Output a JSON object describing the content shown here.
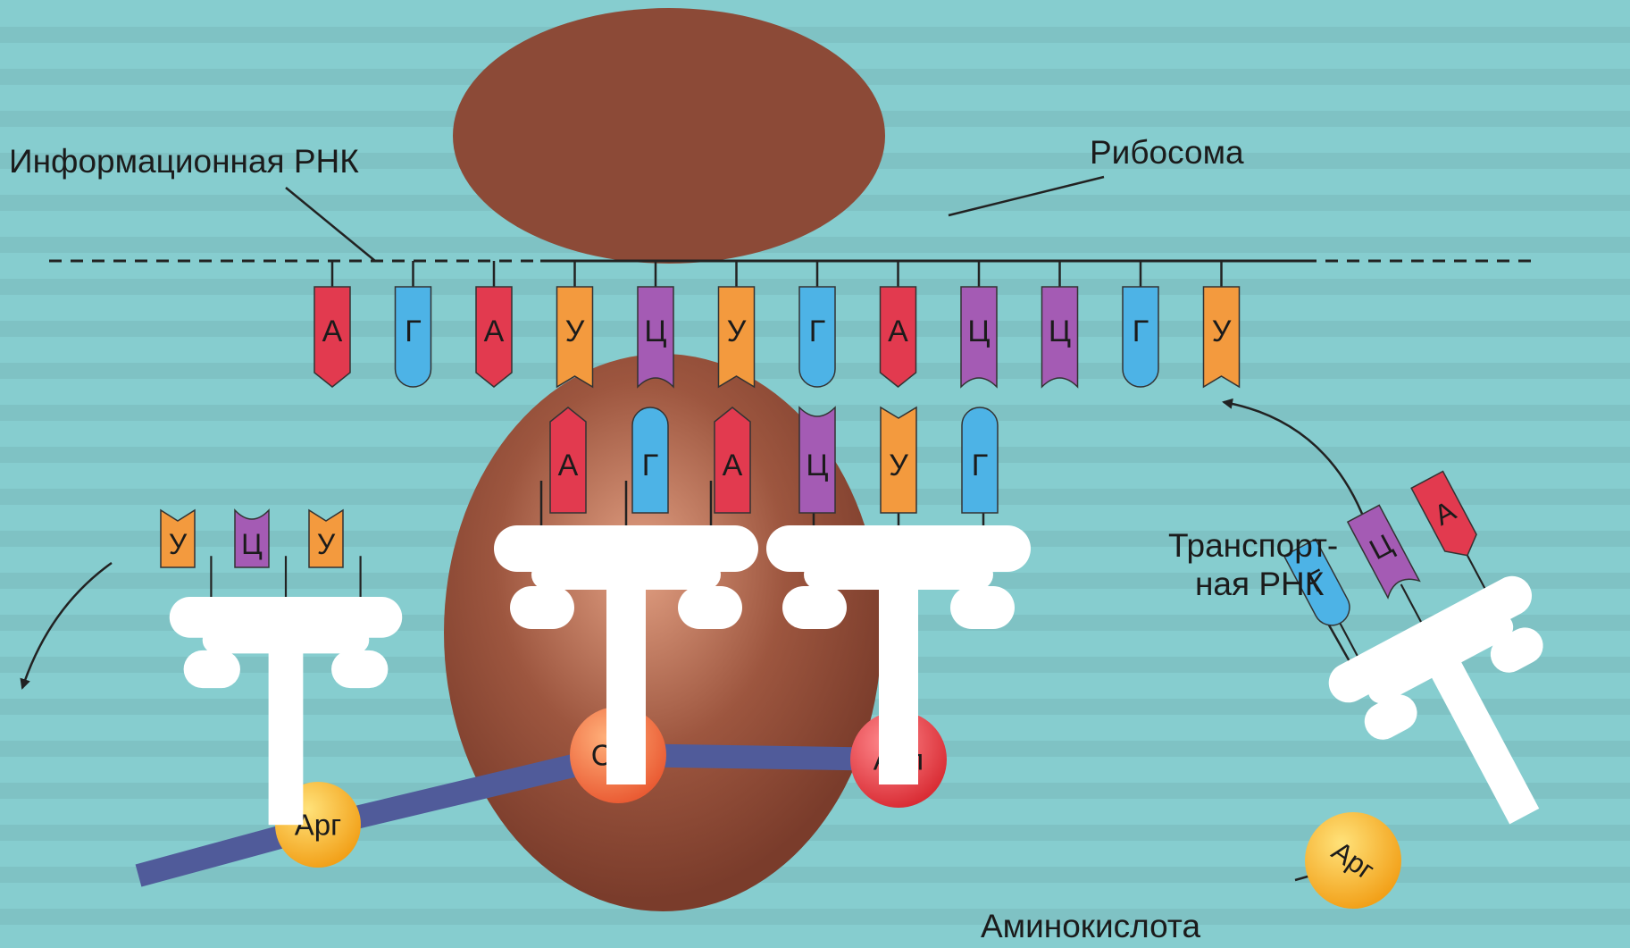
{
  "labels": {
    "mrna": "Информационная РНК",
    "ribosome": "Рибосома",
    "trna_line1": "Транспорт-",
    "trna_line2": "ная РНК",
    "amino_acid": "Аминокислота"
  },
  "mrna_codons": [
    "А",
    "Г",
    "А",
    "У",
    "Ц",
    "У",
    "Г",
    "А",
    "Ц",
    "Ц",
    "Г",
    "У"
  ],
  "ribosome_anticodons": [
    "А",
    "Г",
    "А",
    "Ц",
    "У",
    "Г"
  ],
  "leaving_trna": {
    "anticodon": [
      "У",
      "Ц",
      "У"
    ],
    "amino_acid": "Арг"
  },
  "incoming_trna": {
    "anticodon": [
      "Г",
      "Ц",
      "А"
    ],
    "amino_acid": "Арг"
  },
  "chain": {
    "amino_acids": [
      "Арг",
      "Сер",
      "Асп"
    ]
  },
  "nucleotide_colors": {
    "А": "#e23a4f",
    "Г": "#4db3e6",
    "У": "#f39a3e",
    "Ц": "#a45bb4"
  },
  "palette": {
    "background": "#86cdcf",
    "ribosome": "#8c4a37",
    "ribosome_highlight": "#e2a083",
    "trna": "#ffffff",
    "chain": "#505b9a",
    "amino_arg": "#f2a018",
    "amino_ser": "#ea5b33",
    "amino_asp": "#d92c34"
  }
}
